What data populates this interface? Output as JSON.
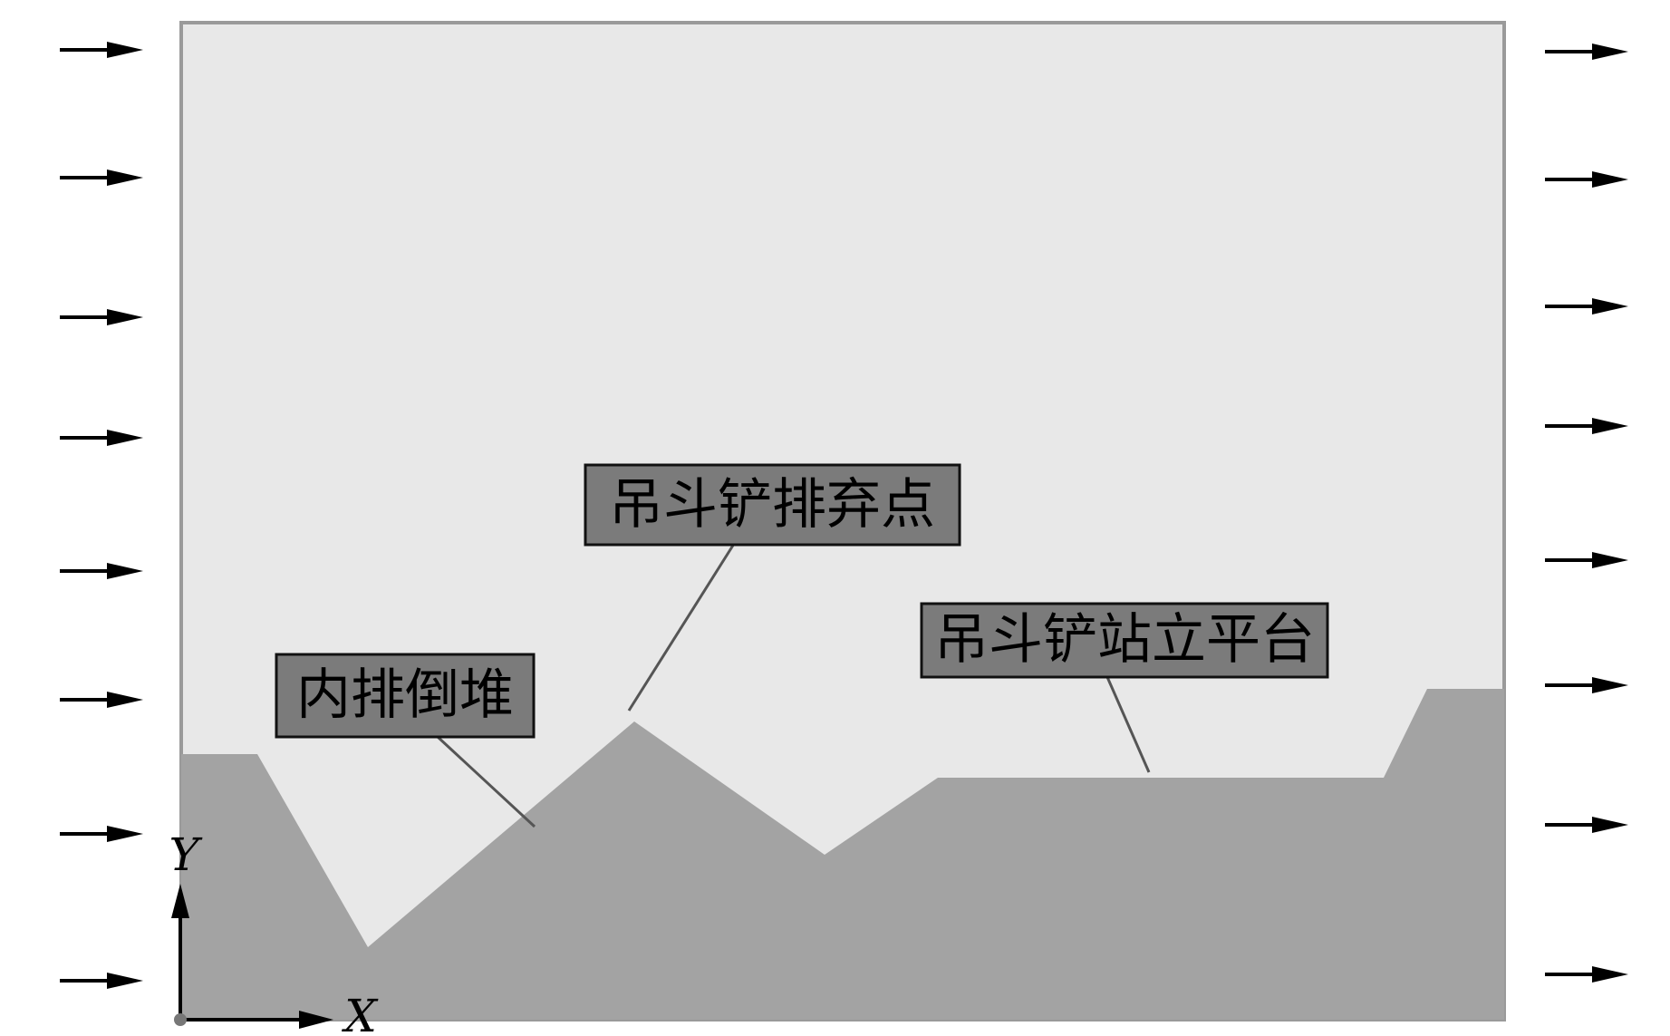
{
  "colors": {
    "background": "#ffffff",
    "air_region": "#e8e8e8",
    "terrain": "#a3a3a3",
    "label_fill": "#7b7b7b",
    "outline": "#111111",
    "leader_line": "#555555"
  },
  "labels": {
    "inner_dump": "内排倒堆",
    "shovel_discharge": "吊斗铲排弃点",
    "shovel_platform": "吊斗铲站立平台"
  },
  "axes": {
    "x": "X",
    "y": "Y"
  },
  "flow": {
    "inlet_arrow_count": 8,
    "outlet_arrow_count": 8,
    "arrow_icon": "right-arrow-icon"
  }
}
